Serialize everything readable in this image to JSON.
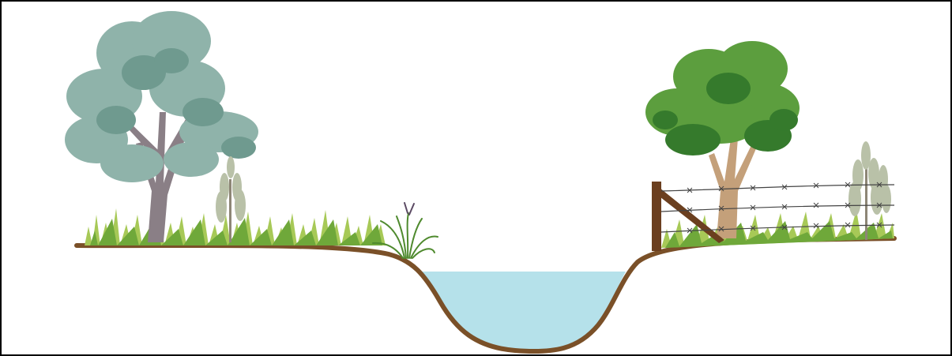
{
  "figure": {
    "kind": "illustration",
    "description_visible_text": "",
    "colors": {
      "water": "#b5e1ea",
      "bank_soil": "#7a5028",
      "grass_light": "#a7c957",
      "grass_mid": "#6fa83a",
      "grass_dark": "#3f7f2a",
      "eucalyptus_leaves": "#8fb3aa",
      "eucalyptus_leaves_dark": "#6f9a8f",
      "eucalyptus_trunk": "#8a7f86",
      "oak_leaves": "#5c9e3e",
      "oak_leaves_dark": "#357a2c",
      "oak_trunk": "#c4a07a",
      "fence_post": "#6b3f1f",
      "fence_wire": "#444444",
      "sapling": "#b9c1a8"
    },
    "elements": [
      "eucalyptus-tree",
      "oak-tree",
      "saplings",
      "grass",
      "sedge-clump",
      "stream-channel",
      "water",
      "barbed-wire-fence"
    ]
  }
}
